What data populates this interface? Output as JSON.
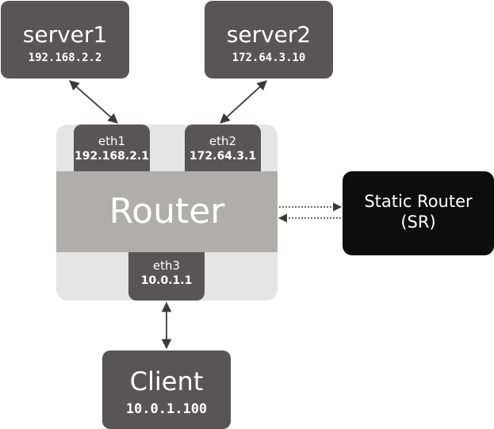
{
  "server1": {
    "name": "server1",
    "ip": "192.168.2.2"
  },
  "server2": {
    "name": "server2",
    "ip": "172.64.3.10"
  },
  "router": {
    "label": "Router",
    "eth1": {
      "name": "eth1",
      "ip": "192.168.2.1"
    },
    "eth2": {
      "name": "eth2",
      "ip": "172.64.3.1"
    },
    "eth3": {
      "name": "eth3",
      "ip": "10.0.1.1"
    }
  },
  "static_router": {
    "line1": "Static Router",
    "line2": "(SR)"
  },
  "client": {
    "name": "Client",
    "ip": "10.0.1.100"
  },
  "colors": {
    "node": "#595556",
    "router_bg": "#e5e5e5",
    "router_band": "#b0adad",
    "sr": "#0d0d0d"
  }
}
